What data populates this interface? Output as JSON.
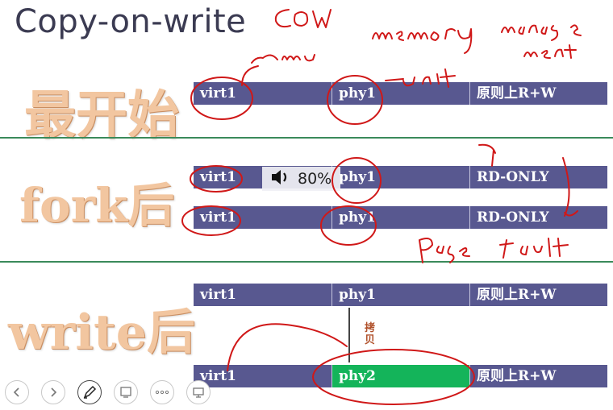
{
  "slide": {
    "title": "Copy-on-write"
  },
  "sections": {
    "initial": {
      "label": "最开始"
    },
    "after_fork": {
      "label": "fork后"
    },
    "after_write": {
      "label": "write后"
    }
  },
  "rows": {
    "initial": {
      "virt": "virt1",
      "phy": "phy1",
      "perm": "原则上R+W"
    },
    "fork_1": {
      "virt": "virt1",
      "phy": "phy1",
      "perm": "RD-ONLY"
    },
    "fork_2": {
      "virt": "virt1",
      "phy": "phy1",
      "perm": "RD-ONLY"
    },
    "write_1": {
      "virt": "virt1",
      "phy": "phy1",
      "perm": "原则上R+W"
    },
    "write_2": {
      "virt": "virt1",
      "phy": "phy2",
      "perm": "原则上R+W"
    }
  },
  "copy_label": "拷贝",
  "volume_overlay": {
    "icon": "speaker-icon",
    "value": "80%"
  },
  "annotations": [
    "CoW",
    "memory manage",
    "mmu",
    "unit",
    "page fault"
  ],
  "controls": [
    {
      "name": "previous-slide-button",
      "icon": "chevron-left-icon"
    },
    {
      "name": "next-slide-button",
      "icon": "chevron-right-icon"
    },
    {
      "name": "pen-tool-button",
      "icon": "pen-icon"
    },
    {
      "name": "slide-navigator-button",
      "icon": "slides-icon"
    },
    {
      "name": "more-options-button",
      "icon": "ellipsis-icon"
    },
    {
      "name": "screen-options-button",
      "icon": "screen-icon"
    }
  ],
  "colors": {
    "bar": "#585890",
    "accent_green": "#14b45a",
    "ink": "#d01818",
    "section_label": "#f2c6a0"
  }
}
